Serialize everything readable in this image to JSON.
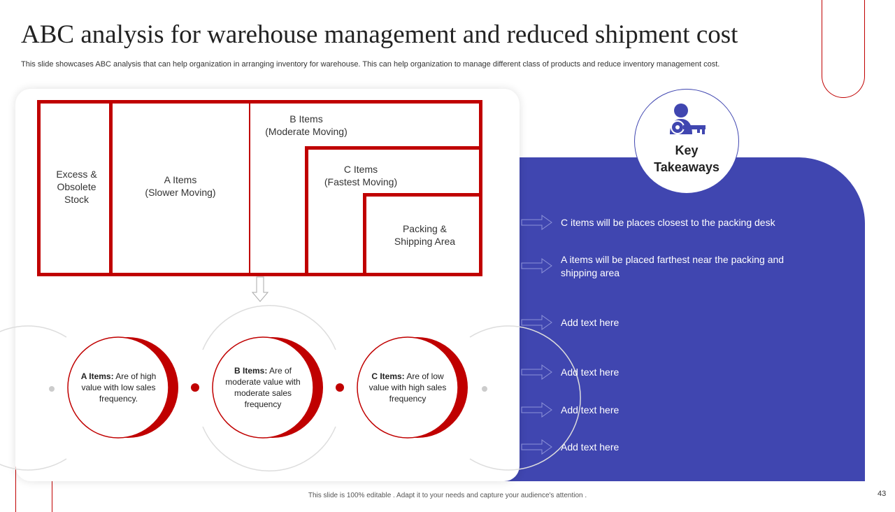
{
  "header": {
    "title": "ABC analysis for warehouse management and reduced shipment cost",
    "subtitle": "This slide showcases ABC analysis that can help organization in arranging inventory for warehouse. This can help organization to manage different class of products and reduce inventory management cost."
  },
  "layout_diagram": {
    "excess": "Excess &\nObsolete\nStock",
    "a_items": "A Items\n(Slower Moving)",
    "b_items": "B Items\n(Moderate Moving)",
    "c_items": "C Items\n(Fastest Moving)",
    "packing": "Packing &\nShipping Area"
  },
  "circles": [
    {
      "title": "A Items:",
      "desc": "Are of high value with low sales frequency."
    },
    {
      "title": "B Items:",
      "desc": "Are of moderate value with moderate sales frequency"
    },
    {
      "title": "C Items:",
      "desc": "Are of low value with high sales frequency"
    }
  ],
  "key_takeaways": {
    "label": "Key\nTakeaways",
    "items": [
      "C items will be places closest to the packing desk",
      "A items will be placed farthest near the packing and shipping area",
      "Add text here",
      "Add text here",
      "Add text here",
      "Add text here"
    ]
  },
  "colors": {
    "accent_red": "#c00000",
    "accent_blue": "#4046b0"
  },
  "icons": {
    "key_person": "person-key-icon",
    "arrow": "outline-arrow-icon"
  },
  "footer": {
    "note": "This slide is 100% editable . Adapt it to your needs and capture your audience's attention .",
    "page_number": "43"
  }
}
